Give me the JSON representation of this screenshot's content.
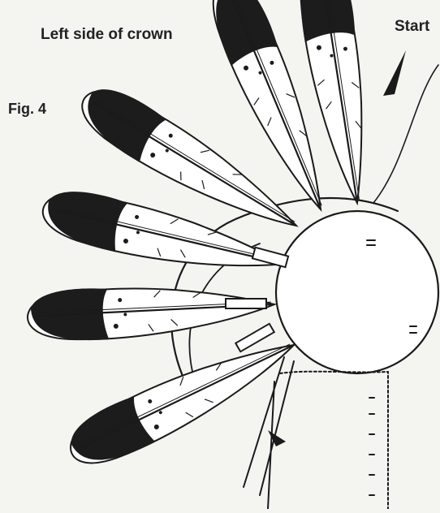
{
  "labels": {
    "title": "Left side of crown",
    "figure": "Fig. 4",
    "start": "Start"
  },
  "colors": {
    "paper": "#f4f4f0",
    "ink": "#1a1a1a",
    "feather": "#ffffff"
  },
  "feathers": [
    {
      "id": 1,
      "name": "feather-1-start"
    },
    {
      "id": 2,
      "name": "feather-2"
    },
    {
      "id": 3,
      "name": "feather-3"
    },
    {
      "id": 4,
      "name": "feather-4"
    },
    {
      "id": 5,
      "name": "feather-5"
    },
    {
      "id": 6,
      "name": "feather-6"
    }
  ]
}
